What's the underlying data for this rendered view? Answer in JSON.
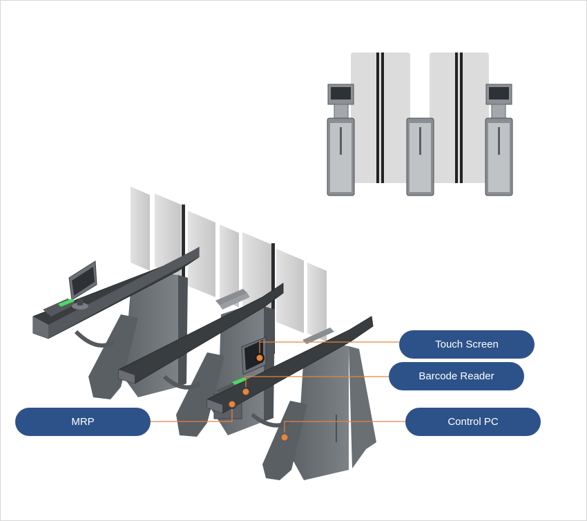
{
  "colors": {
    "pill": "#2d5289",
    "leader_line": "#e8843c",
    "marker": "#e8843c",
    "cabinet": "#6f7479",
    "cabinet_dark": "#4d5257",
    "top_plate": "#3a3d40",
    "glass": "#d4d4d4",
    "scanner_led": "#4cd964"
  },
  "callouts": {
    "touch_screen": "Touch Screen",
    "barcode_reader": "Barcode Reader",
    "mrp": "MRP",
    "control_pc": "Control PC"
  }
}
